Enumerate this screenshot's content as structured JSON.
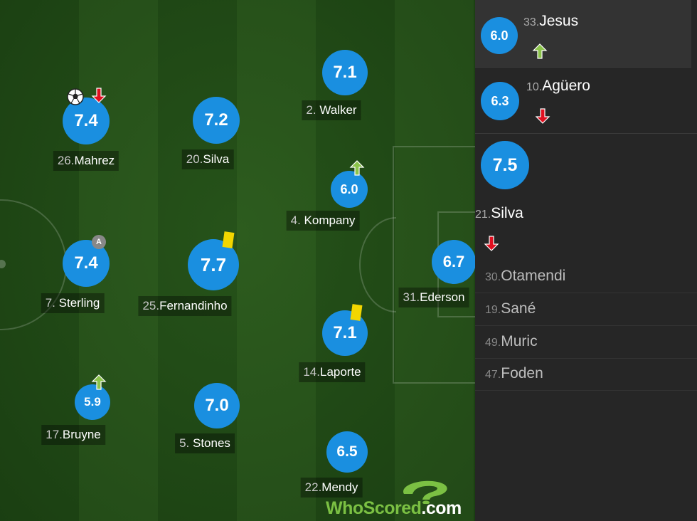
{
  "players": [
    {
      "id": "mahrez",
      "rating": "7.4",
      "num": "26.",
      "name": "Mahrez"
    },
    {
      "id": "silva20",
      "rating": "7.2",
      "num": "20.",
      "name": "Silva"
    },
    {
      "id": "walker",
      "rating": "7.1",
      "num": "2. ",
      "name": "Walker"
    },
    {
      "id": "kompany",
      "rating": "6.0",
      "num": "4. ",
      "name": "Kompany"
    },
    {
      "id": "sterling",
      "rating": "7.4",
      "num": "7. ",
      "name": "Sterling"
    },
    {
      "id": "fernandinho",
      "rating": "7.7",
      "num": "25.",
      "name": "Fernandinho"
    },
    {
      "id": "ederson",
      "rating": "6.7",
      "num": "31.",
      "name": "Ederson"
    },
    {
      "id": "laporte",
      "rating": "7.1",
      "num": "14.",
      "name": "Laporte"
    },
    {
      "id": "bruyne",
      "rating": "5.9",
      "num": "17.",
      "name": "Bruyne"
    },
    {
      "id": "stones",
      "rating": "7.0",
      "num": "5. ",
      "name": "Stones"
    },
    {
      "id": "mendy",
      "rating": "6.5",
      "num": "22.",
      "name": "Mendy"
    }
  ],
  "captain_badge": "A",
  "subs": [
    {
      "rating": "6.0",
      "num": "33.",
      "name": "Jesus",
      "arrow": "up"
    },
    {
      "rating": "6.3",
      "num": "10.",
      "name": "Agüero",
      "arrow": "down"
    },
    {
      "rating": "7.5",
      "num": "21.",
      "name": "Silva",
      "arrow": "down"
    }
  ],
  "bench": [
    {
      "num": "30.",
      "name": "Otamendi"
    },
    {
      "num": "19.",
      "name": "Sané"
    },
    {
      "num": "49.",
      "name": "Muric"
    },
    {
      "num": "47.",
      "name": "Foden"
    }
  ],
  "logo_text": {
    "a": "WhoScored",
    "b": ".com"
  },
  "colors": {
    "rating_blue": "#1a8fe0",
    "up_arrow": "#8bc34a",
    "down_arrow": "#e01020",
    "yellow_card": "#f2d600"
  }
}
